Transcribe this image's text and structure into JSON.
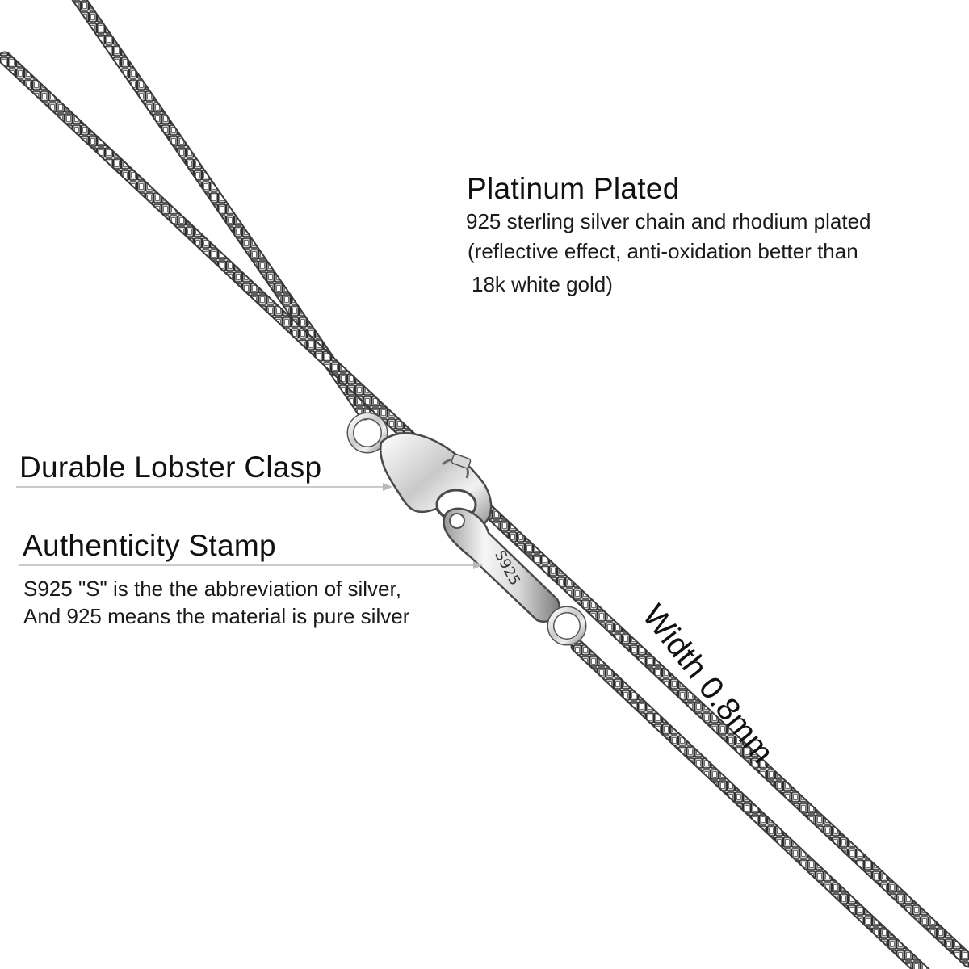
{
  "platinum": {
    "title": "Platinum Plated",
    "lines": [
      "925 sterling silver chain and rhodium plated",
      "(reflective effect, anti-oxidation better than",
      "18k white gold)"
    ]
  },
  "clasp": {
    "title": "Durable Lobster Clasp"
  },
  "stamp": {
    "title": "Authenticity Stamp",
    "lines": [
      "S925 \"S\" is the the abbreviation of silver,",
      "And 925 means the material is pure silver"
    ],
    "engraving": "S925"
  },
  "width": {
    "label": "Width 0.8mm"
  },
  "colors": {
    "background": "#ffffff",
    "text": "#111111",
    "chain_dark": "#3a3a3a",
    "chain_light": "#e8e8e8",
    "pointer_line": "#b9b9b9"
  }
}
